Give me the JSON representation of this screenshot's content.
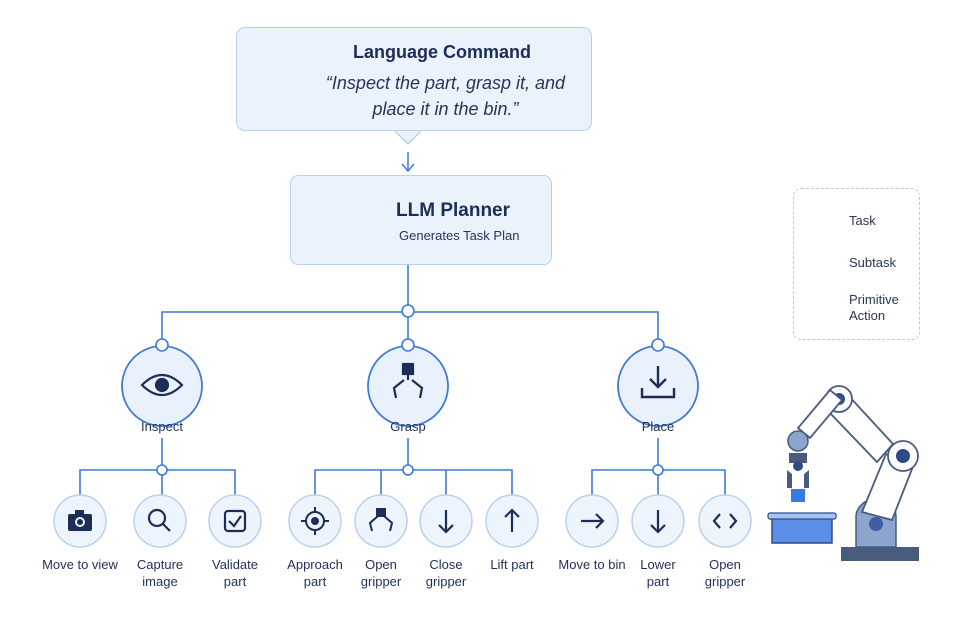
{
  "command": {
    "title": "Language Command",
    "text": "“Inspect the part, grasp it, and place it in the bin.”",
    "icon": "speech-bubble-icon"
  },
  "planner": {
    "title": "LLM Planner",
    "subtitle": "Generates Task Plan",
    "icon": "brain-icon"
  },
  "subtasks": [
    {
      "label": "Inspect",
      "icon": "eye-icon"
    },
    {
      "label": "Grasp",
      "icon": "gripper-icon"
    },
    {
      "label": "Place",
      "icon": "download-icon"
    }
  ],
  "primitives": [
    {
      "label": "Move to view",
      "icon": "camera-icon"
    },
    {
      "label": "Capture image",
      "icon": "magnifier-icon"
    },
    {
      "label": "Validate part",
      "icon": "checkbox-icon"
    },
    {
      "label": "Approach part",
      "icon": "crosshair-icon"
    },
    {
      "label": "Open gripper",
      "icon": "gripper-open-icon"
    },
    {
      "label": "Close gripper",
      "icon": "arrow-down-icon"
    },
    {
      "label": "Lift part",
      "icon": "arrow-up-icon"
    },
    {
      "label": "Move to bin",
      "icon": "arrow-right-icon"
    },
    {
      "label": "Lower part",
      "icon": "arrow-down-icon"
    },
    {
      "label": "Open gripper",
      "icon": "code-brackets-icon"
    }
  ],
  "legend": {
    "task": "Task",
    "subtask": "Subtask",
    "primitive": "Primitive Action"
  },
  "colors": {
    "accent": "#2f6bd6",
    "line": "#3f7ad6",
    "box_fill": "#eaf2fc",
    "box_border": "#b9d0ee",
    "node_fill": "#e9f2fc",
    "text_dark": "#1c2d57"
  }
}
